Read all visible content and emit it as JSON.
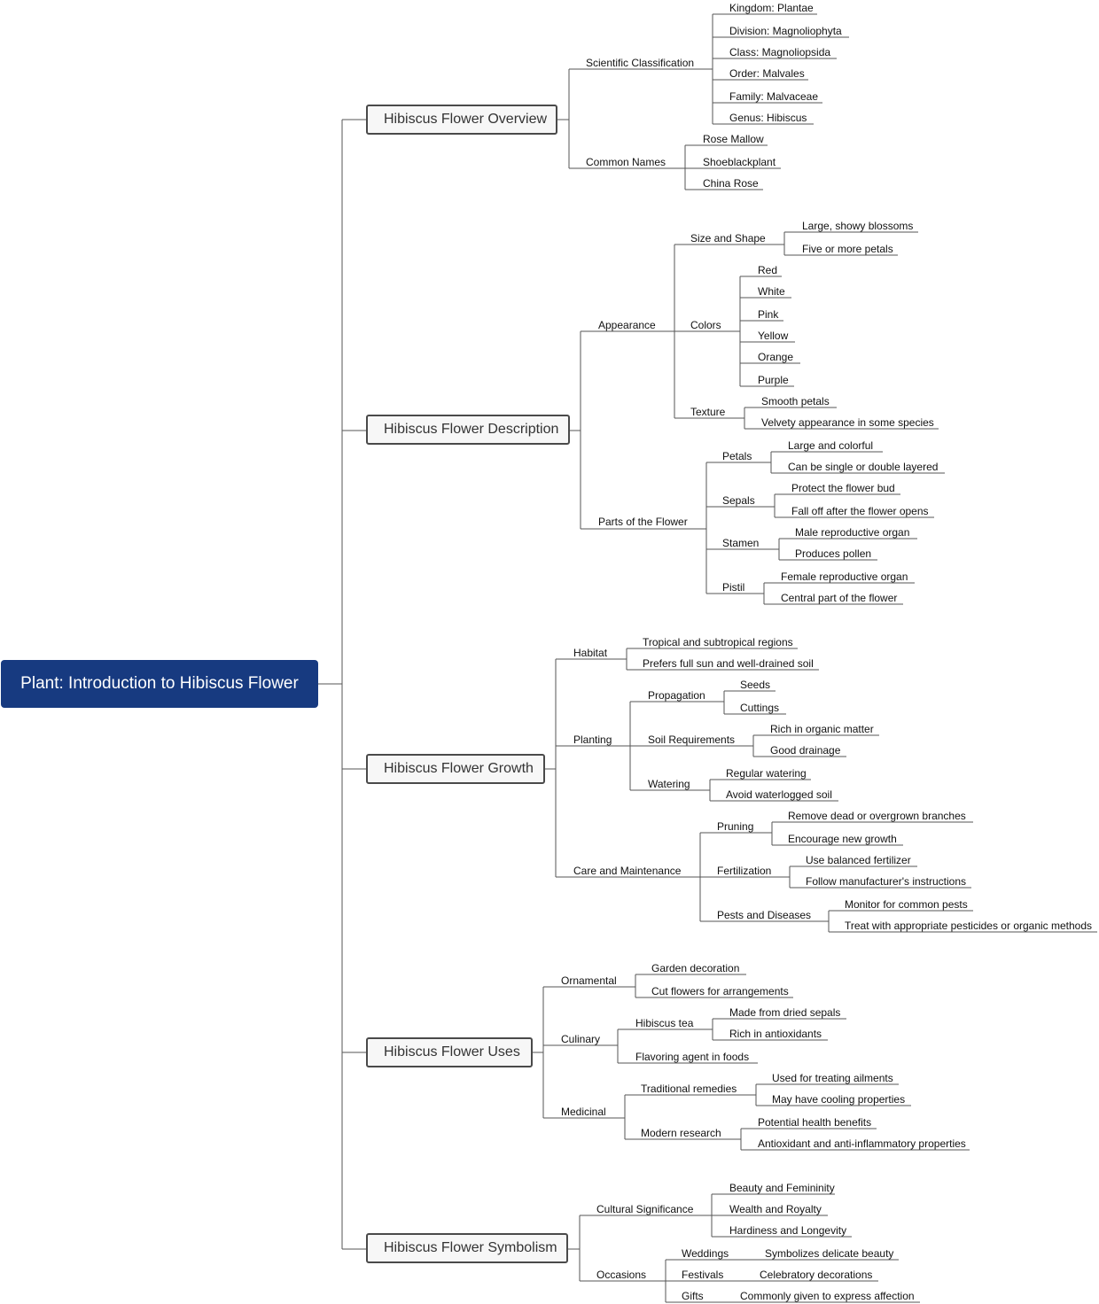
{
  "root": {
    "label": "Plant: Introduction to Hibiscus Flower"
  },
  "branches": [
    {
      "label": "Hibiscus Flower Overview"
    },
    {
      "label": "Hibiscus Flower Description"
    },
    {
      "label": "Hibiscus Flower Growth"
    },
    {
      "label": "Hibiscus Flower Uses"
    },
    {
      "label": "Hibiscus Flower Symbolism"
    }
  ],
  "overview": {
    "scientific_classification": "Scientific Classification",
    "kingdom": "Kingdom: Plantae",
    "division": "Division: Magnoliophyta",
    "class": "Class: Magnoliopsida",
    "order": "Order: Malvales",
    "family": "Family: Malvaceae",
    "genus": "Genus: Hibiscus",
    "common_names": "Common Names",
    "rose_mallow": "Rose Mallow",
    "shoeblackplant": "Shoeblackplant",
    "china_rose": "China Rose"
  },
  "description": {
    "appearance": "Appearance",
    "size_shape": "Size and Shape",
    "large_showy": "Large, showy blossoms",
    "five_petals": "Five or more petals",
    "colors": "Colors",
    "red": "Red",
    "white": "White",
    "pink": "Pink",
    "yellow": "Yellow",
    "orange": "Orange",
    "purple": "Purple",
    "texture": "Texture",
    "smooth": "Smooth petals",
    "velvety": "Velvety appearance in some species",
    "parts": "Parts of the Flower",
    "petals": "Petals",
    "large_colorful": "Large and colorful",
    "single_double": "Can be single or double layered",
    "sepals": "Sepals",
    "protect_bud": "Protect the flower bud",
    "fall_off": "Fall off after the flower opens",
    "stamen": "Stamen",
    "male_organ": "Male reproductive organ",
    "pollen": "Produces pollen",
    "pistil": "Pistil",
    "female_organ": "Female reproductive organ",
    "central_part": "Central part of the flower"
  },
  "growth": {
    "habitat": "Habitat",
    "tropical": "Tropical and subtropical regions",
    "full_sun": "Prefers full sun and well-drained soil",
    "planting": "Planting",
    "propagation": "Propagation",
    "seeds": "Seeds",
    "cuttings": "Cuttings",
    "soil_req": "Soil Requirements",
    "rich_organic": "Rich in organic matter",
    "good_drainage": "Good drainage",
    "watering": "Watering",
    "regular_watering": "Regular watering",
    "avoid_waterlogged": "Avoid waterlogged soil",
    "care": "Care and Maintenance",
    "pruning": "Pruning",
    "remove_dead": "Remove dead or overgrown branches",
    "new_growth": "Encourage new growth",
    "fertilization": "Fertilization",
    "balanced_fert": "Use balanced fertilizer",
    "manufacturer": "Follow manufacturer's instructions",
    "pests": "Pests and Diseases",
    "monitor_pests": "Monitor for common pests",
    "treat_pests": "Treat with appropriate pesticides or organic methods"
  },
  "uses": {
    "ornamental": "Ornamental",
    "garden": "Garden decoration",
    "cut_flowers": "Cut flowers for arrangements",
    "culinary": "Culinary",
    "tea": "Hibiscus tea",
    "dried_sepals": "Made from dried sepals",
    "antioxidants": "Rich in antioxidants",
    "flavoring": "Flavoring agent in foods",
    "medicinal": "Medicinal",
    "traditional": "Traditional remedies",
    "ailments": "Used for treating ailments",
    "cooling": "May have cooling properties",
    "modern": "Modern research",
    "health_benefits": "Potential health benefits",
    "anti_inflammatory": "Antioxidant and anti-inflammatory properties"
  },
  "symbolism": {
    "cultural": "Cultural Significance",
    "beauty": "Beauty and Femininity",
    "wealth": "Wealth and Royalty",
    "hardiness": "Hardiness and Longevity",
    "occasions": "Occasions",
    "weddings": "Weddings",
    "delicate_beauty": "Symbolizes delicate beauty",
    "festivals": "Festivals",
    "celebratory": "Celebratory decorations",
    "gifts": "Gifts",
    "affection": "Commonly given to express affection"
  }
}
